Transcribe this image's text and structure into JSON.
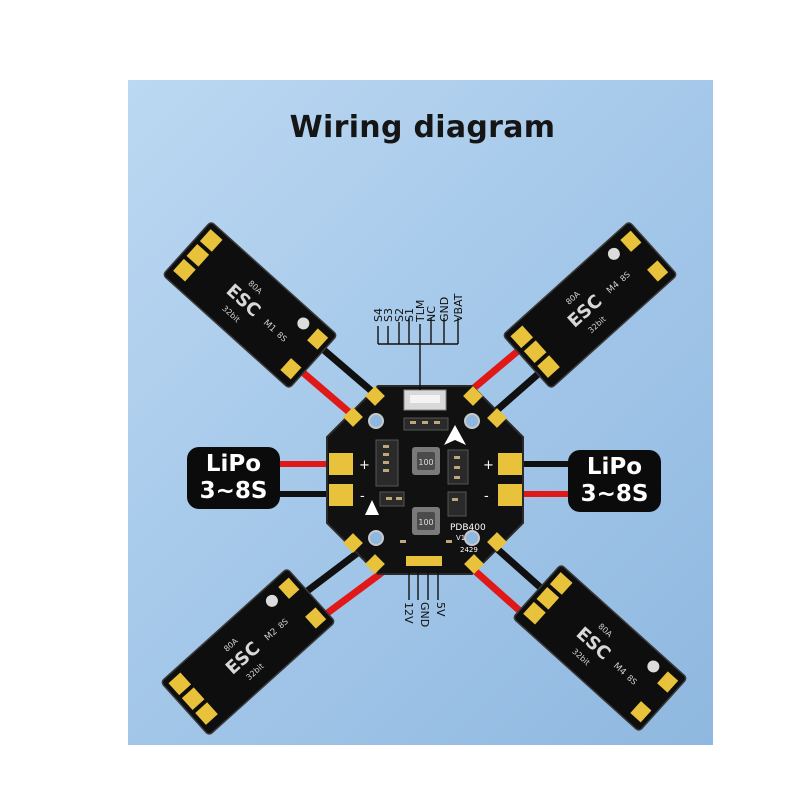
{
  "title": "Wiring diagram",
  "lipo_left": {
    "line1": "LiPo",
    "line2": "3~8S"
  },
  "lipo_right": {
    "line1": "LiPo",
    "line2": "3~8S"
  },
  "top_pins": [
    "S4",
    "S3",
    "S2",
    "S1",
    "TLM",
    "NC",
    "GND",
    "VBAT"
  ],
  "bottom_pins": [
    "12V",
    "GND",
    "5V"
  ],
  "board": {
    "model": "PDB400",
    "version": "V1",
    "code": "2429",
    "inductor_label": "100"
  },
  "pad_signs": {
    "plus": "+",
    "minus": "-"
  },
  "esc": {
    "text": "ESC",
    "left_units": [
      {
        "id": "M1",
        "line1": "80A",
        "line2": "32bit",
        "line3": "8S"
      },
      {
        "id": "M2",
        "line1": "80A",
        "line2": "32bit",
        "line3": "8S"
      }
    ],
    "right_units": [
      {
        "id": "M4",
        "line1": "80A",
        "line2": "32bit",
        "line3": "8S"
      },
      {
        "id": "M4",
        "line1": "80A",
        "line2": "32bit",
        "line3": "8S"
      }
    ]
  },
  "colors": {
    "panel": "#a6c9ea",
    "wire_red": "#e01818",
    "wire_black": "#101010",
    "pad_gold": "#e8c23a",
    "board": "#111111"
  }
}
